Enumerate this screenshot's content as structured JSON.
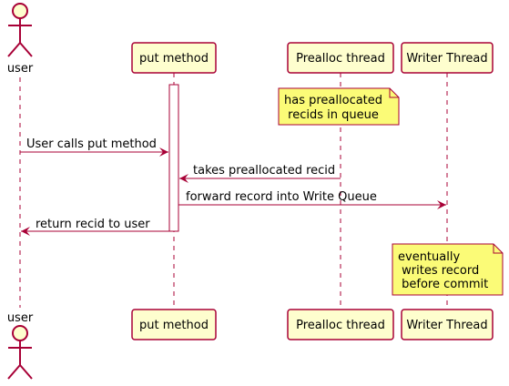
{
  "colors": {
    "participant_fill": "#FEFECE",
    "border": "#A80036",
    "arrow": "#A80036",
    "lifeline": "#A80036",
    "note_fill": "#FBFB77",
    "note_border": "#A80036",
    "activation_fill": "#FFFFFF"
  },
  "participants": {
    "user": {
      "label": "user",
      "kind": "actor",
      "icon": "actor-stick-figure-icon"
    },
    "put_method": {
      "label": "put method",
      "kind": "box"
    },
    "prealloc": {
      "label": "Prealloc thread",
      "kind": "box"
    },
    "writer": {
      "label": "Writer Thread",
      "kind": "box"
    }
  },
  "notes": {
    "prealloc_note": {
      "line1": "has preallocated",
      "line2": " recids in queue"
    },
    "writer_note": {
      "line1": "eventually",
      "line2": " writes record",
      "line3": " before commit"
    }
  },
  "messages": {
    "m1": {
      "label": "User calls put method"
    },
    "m2": {
      "label": "takes preallocated recid"
    },
    "m3": {
      "label": "forward record into Write Queue"
    },
    "m4": {
      "label": "return recid to user"
    }
  }
}
